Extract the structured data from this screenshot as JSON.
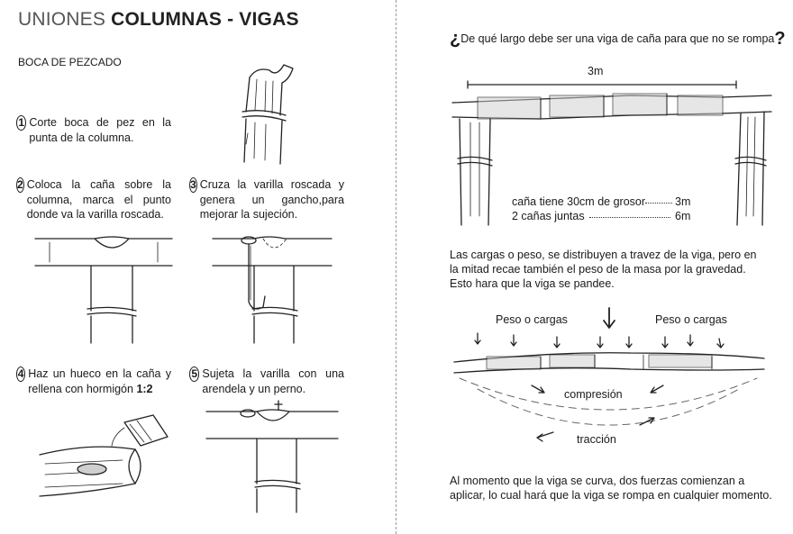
{
  "left": {
    "title_light": "UNIONES ",
    "title_bold": "COLUMNAS - VIGAS",
    "subtitle": "BOCA DE PEZCADO",
    "steps": [
      {
        "num": "1",
        "text": "Corte boca de pez en la punta de la columna."
      },
      {
        "num": "2",
        "text": "Coloca la caña sobre la columna, marca el punto donde va la varilla roscada."
      },
      {
        "num": "3",
        "text": "Cruza la varilla roscada y genera un gancho,para mejorar la sujeción."
      },
      {
        "num": "4",
        "text_before": "Haz un hueco en la caña y rellena con hormigón ",
        "text_bold": "1:2"
      },
      {
        "num": "5",
        "text": "Sujeta la varilla con una arendela y un perno."
      }
    ]
  },
  "right": {
    "question_open": "¿",
    "question": "De qué largo debe ser una viga de caña para que no se rompa",
    "question_close": "?",
    "span_label": "3m",
    "spec1_label": "caña tiene 30cm de grosor",
    "spec1_value": "3m",
    "spec2_label": "2 cañas juntas",
    "spec2_value": "6m",
    "para1": "Las cargas o peso, se distribuyen a travez de la viga,  pero en la mitad recae también el peso de la masa por la gravedad. Esto hara que la viga se pandee.",
    "load_label_left": "Peso  o cargas",
    "load_label_right": "Peso  o cargas",
    "compression_label": "compresión",
    "traction_label": "tracción",
    "para2": "Al momento que la viga se curva, dos fuerzas comienzan a aplicar, lo cual hará que la viga se rompa en cualquier momento."
  }
}
